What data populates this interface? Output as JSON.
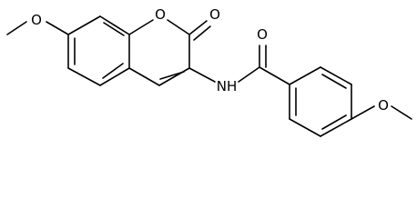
{
  "molecule": {
    "atoms": {
      "methoxy_o_left": "O",
      "ring_o": "O",
      "carbonyl_o_lactone": "O",
      "amide_n": "NH",
      "amide_o": "O",
      "methoxy_o_right": "O"
    },
    "colors": {
      "bond": "#000000",
      "text": "#000000",
      "background": "#ffffff"
    }
  }
}
